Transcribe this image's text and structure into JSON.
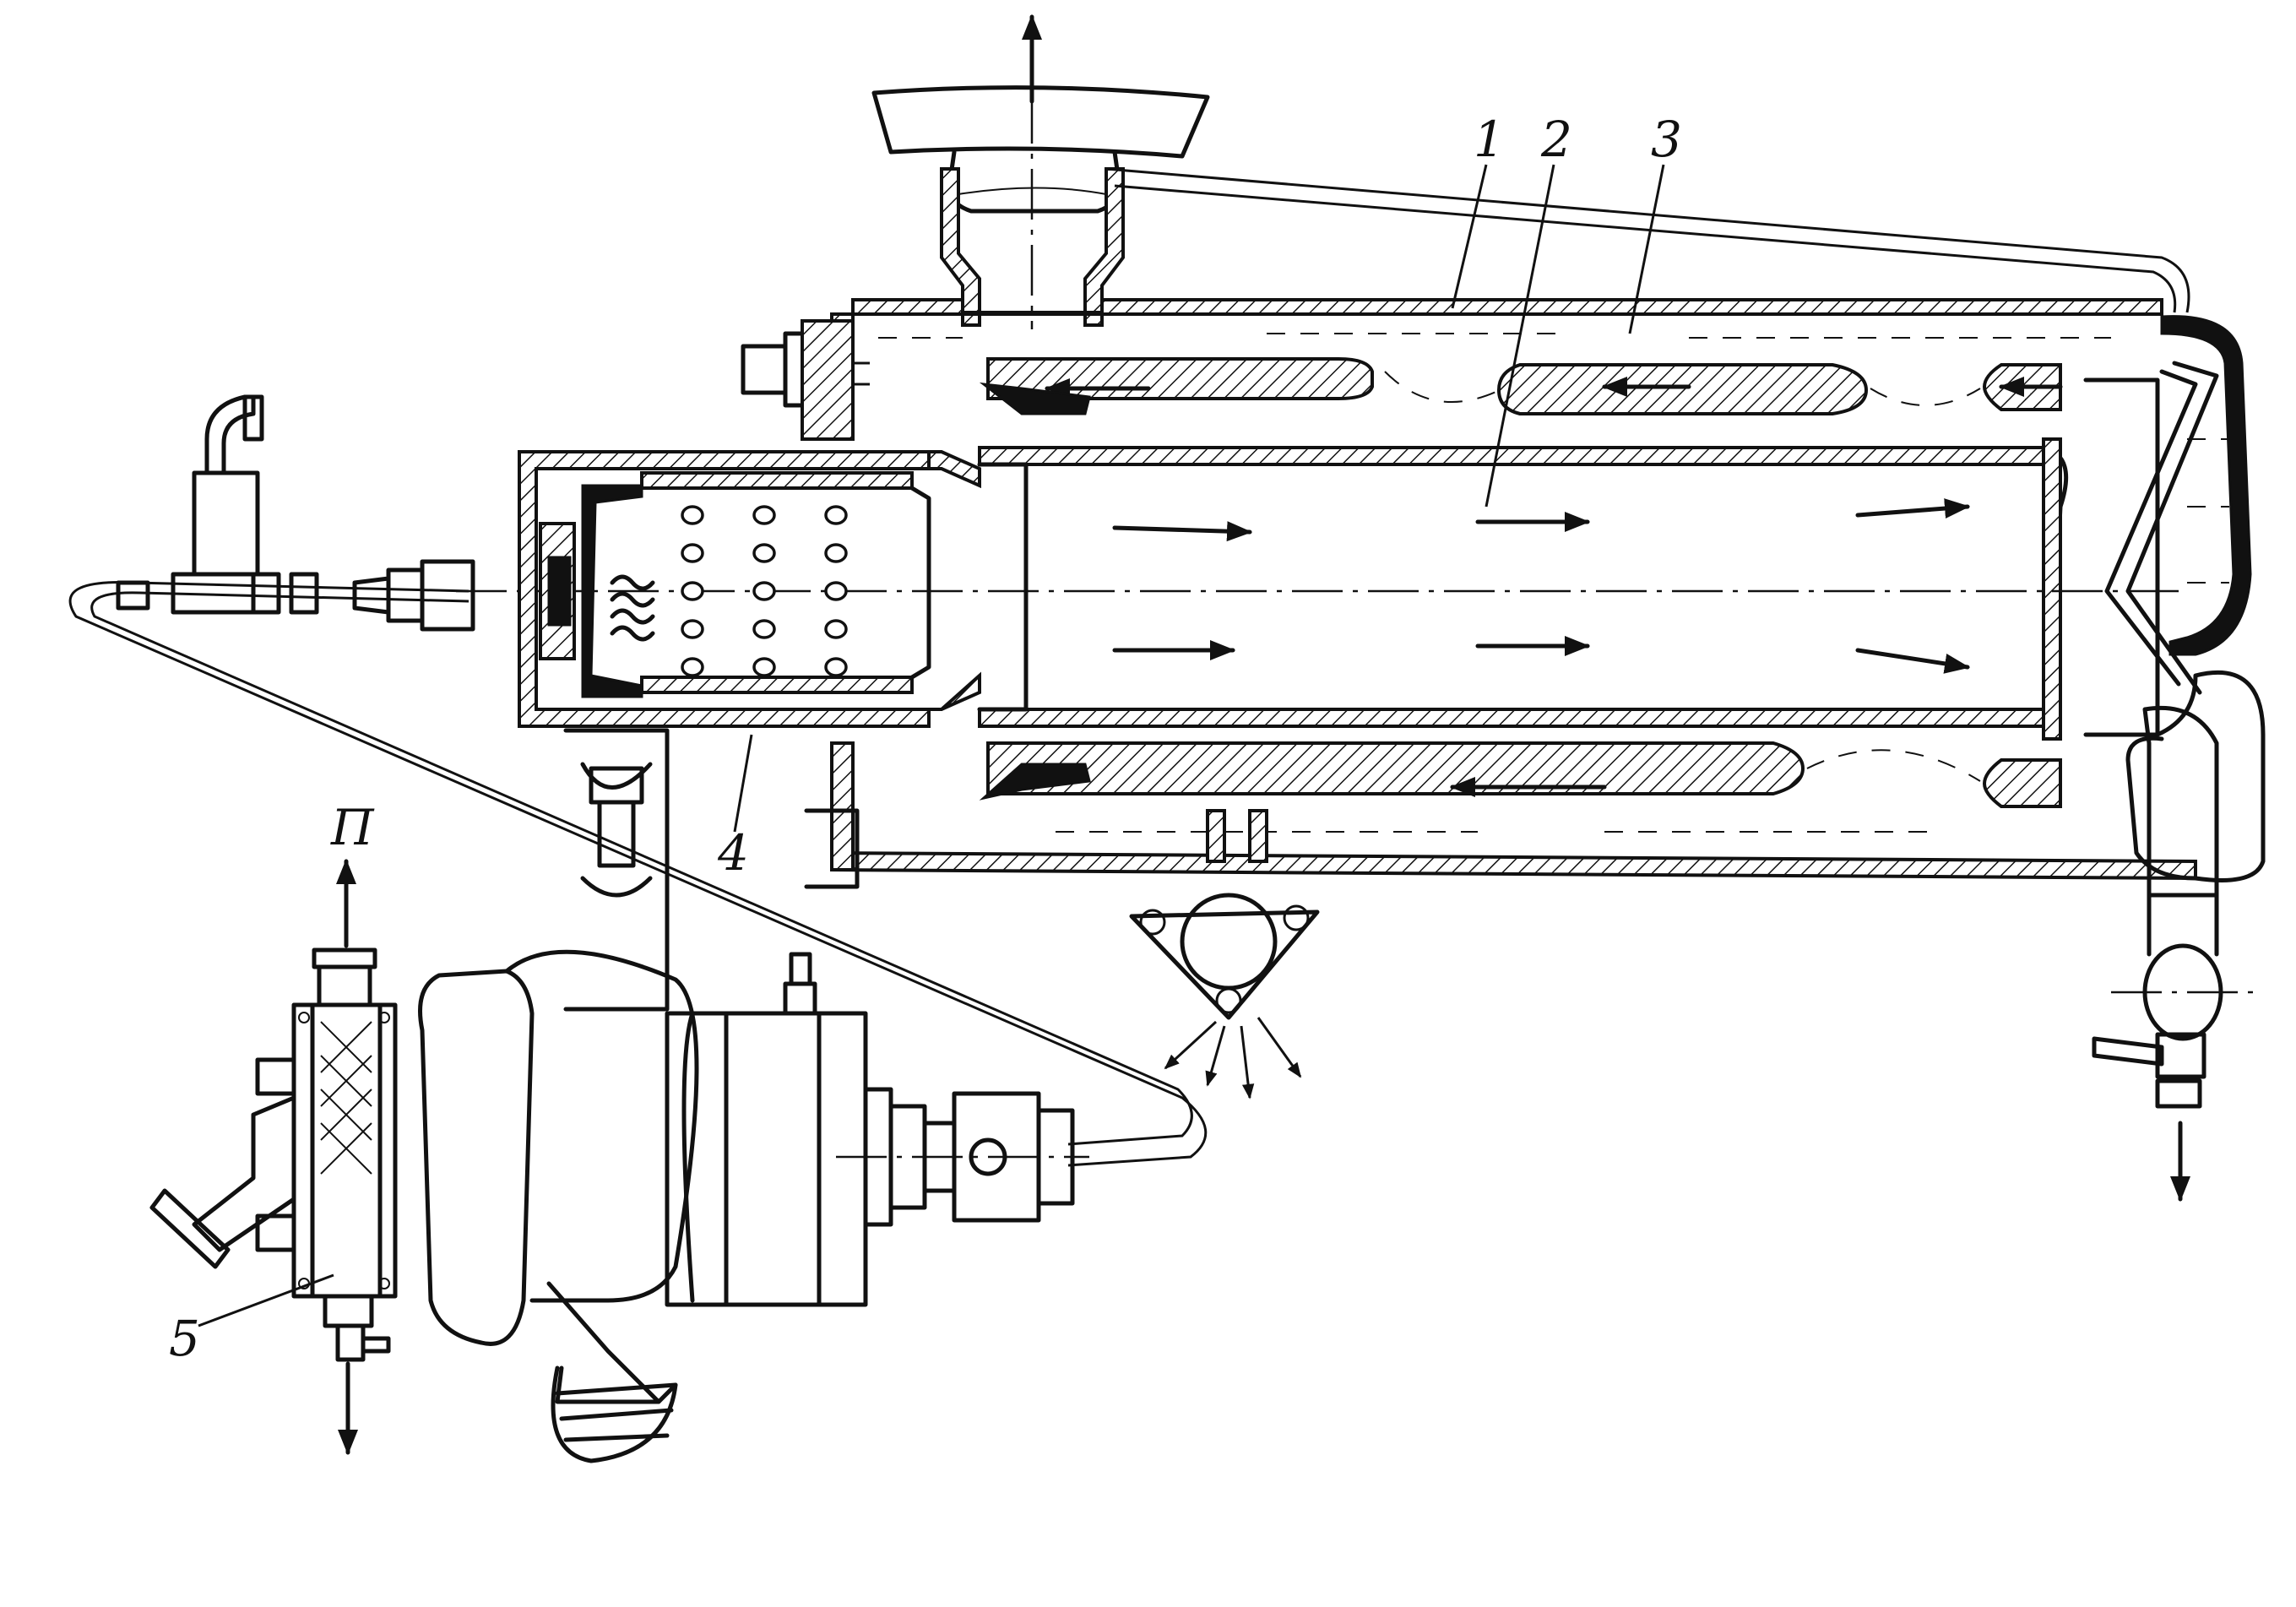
{
  "figure": {
    "labels": {
      "casing": "1",
      "combustion_chamber": "2",
      "water_jacket": "3",
      "burner": "4",
      "fuel_filter": "5",
      "fuel_supply_direction": "П"
    },
    "colors": {
      "ink": "#111111",
      "paper": "#ffffff"
    }
  }
}
